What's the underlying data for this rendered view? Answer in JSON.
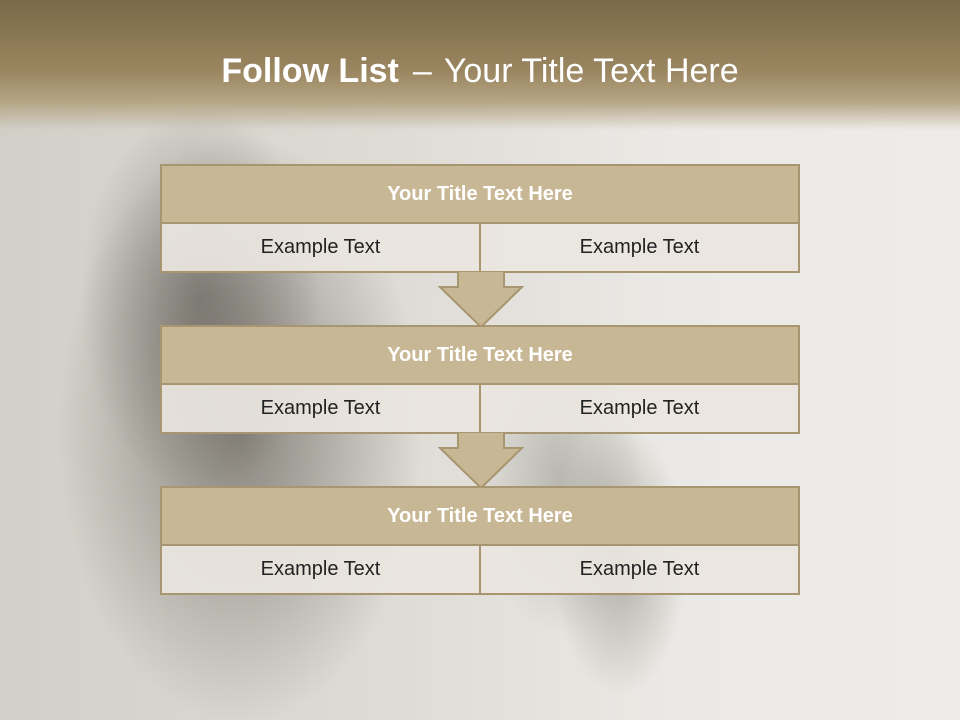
{
  "slide": {
    "title_bold": "Follow List",
    "title_dash": "–",
    "title_rest": "Your Title Text Here"
  },
  "blocks": [
    {
      "title": "Your Title Text Here",
      "left": "Example Text",
      "right": "Example Text"
    },
    {
      "title": "Your Title Text Here",
      "left": "Example Text",
      "right": "Example Text"
    },
    {
      "title": "Your Title Text Here",
      "left": "Example Text",
      "right": "Example Text"
    }
  ],
  "colors": {
    "header": "#8c7a55",
    "block_title": "#c8b794",
    "border": "#a89670",
    "cell": "#eae6df"
  }
}
